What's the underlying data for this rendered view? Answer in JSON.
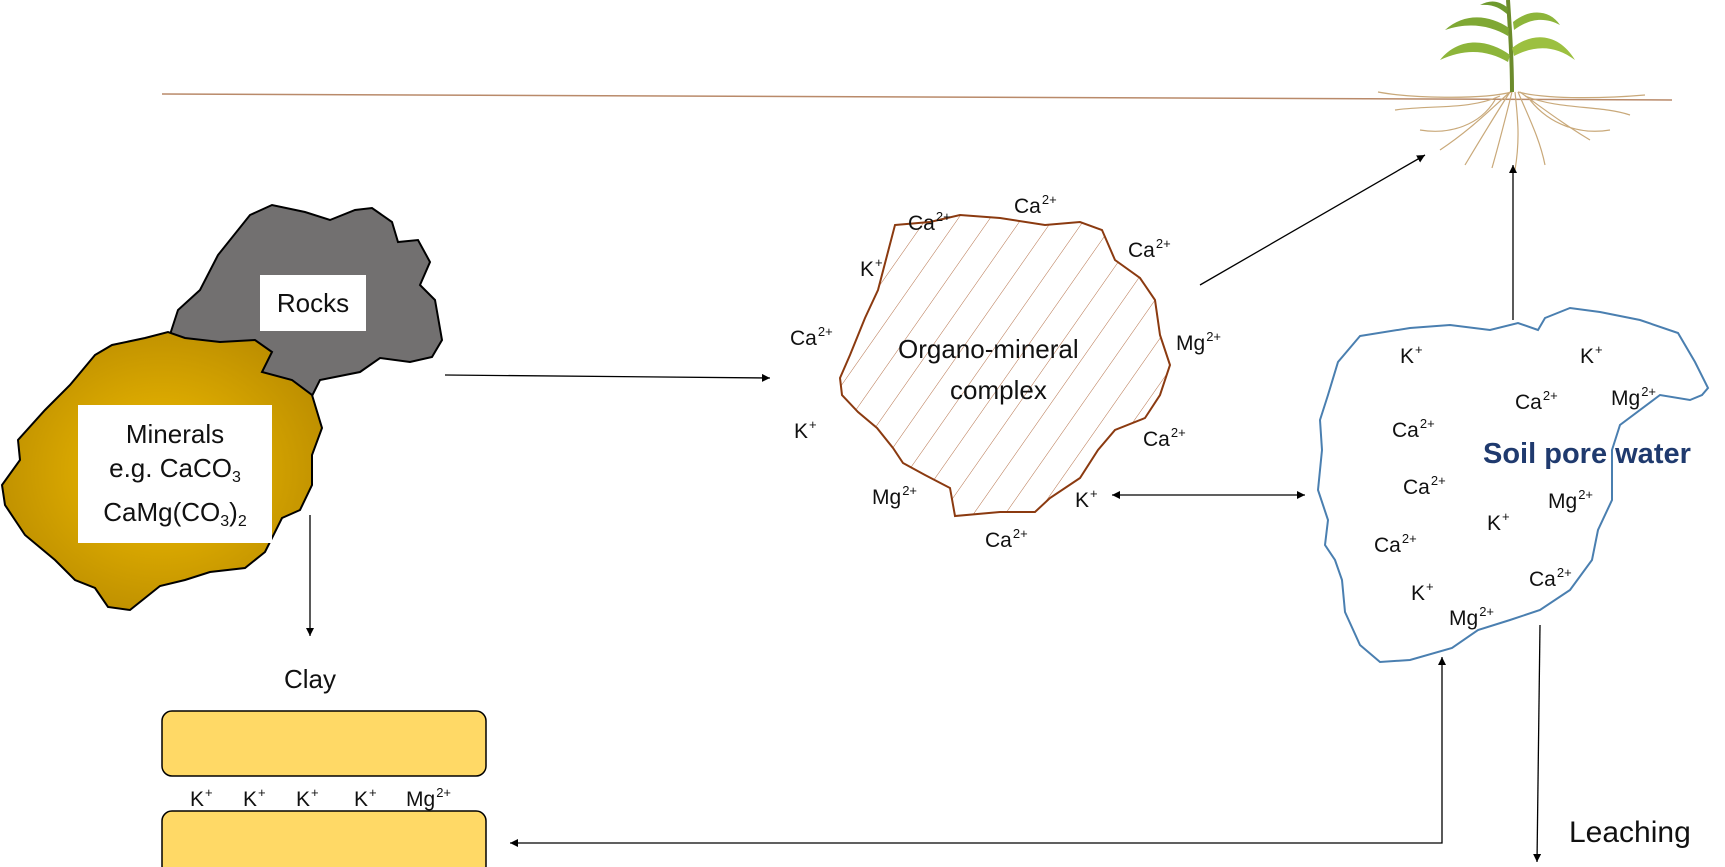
{
  "colors": {
    "rock": "#727070",
    "mineral_light": "#e8b000",
    "mineral_dark": "#b88a00",
    "clay": "#ffd966",
    "organo_outline": "#8b3a10",
    "pore_outline": "#4a7fb0",
    "surface_line": "#b98a6a",
    "pore_title": "#1f3a6e"
  },
  "rocks": {
    "label": "Rocks"
  },
  "minerals": {
    "line1": "Minerals",
    "line2_prefix": "e.g. CaCO",
    "sub3": "3",
    "line3_a": "CaMg(CO",
    "sub3b": "3",
    "line3_b": ")",
    "sub2": "2"
  },
  "clay": {
    "title": "Clay",
    "ions": [
      {
        "el": "K",
        "ch": "+"
      },
      {
        "el": "K",
        "ch": "+"
      },
      {
        "el": "K",
        "ch": "+"
      },
      {
        "el": "K",
        "ch": "+"
      },
      {
        "el": "Mg",
        "ch": "2+"
      }
    ]
  },
  "organo": {
    "line1": "Organo-mineral",
    "line2": "complex",
    "ions": [
      {
        "el": "Ca",
        "ch": "2+"
      },
      {
        "el": "Ca",
        "ch": "2+"
      },
      {
        "el": "Ca",
        "ch": "2+"
      },
      {
        "el": "K",
        "ch": "+"
      },
      {
        "el": "Mg",
        "ch": "2+"
      },
      {
        "el": "Ca",
        "ch": "2+"
      },
      {
        "el": "K",
        "ch": "+"
      },
      {
        "el": "Ca",
        "ch": "2+"
      },
      {
        "el": "Mg",
        "ch": "2+"
      },
      {
        "el": "K",
        "ch": "+"
      },
      {
        "el": "Ca",
        "ch": "2+"
      }
    ]
  },
  "pore": {
    "title": "Soil pore water",
    "ions": [
      {
        "el": "K",
        "ch": "+"
      },
      {
        "el": "K",
        "ch": "+"
      },
      {
        "el": "Ca",
        "ch": "2+"
      },
      {
        "el": "Mg",
        "ch": "2+"
      },
      {
        "el": "Ca",
        "ch": "2+"
      },
      {
        "el": "Ca",
        "ch": "2+"
      },
      {
        "el": "Mg",
        "ch": "2+"
      },
      {
        "el": "K",
        "ch": "+"
      },
      {
        "el": "Ca",
        "ch": "2+"
      },
      {
        "el": "K",
        "ch": "+"
      },
      {
        "el": "Ca",
        "ch": "2+"
      },
      {
        "el": "Mg",
        "ch": "2+"
      }
    ]
  },
  "leaching": {
    "label": "Leaching"
  }
}
